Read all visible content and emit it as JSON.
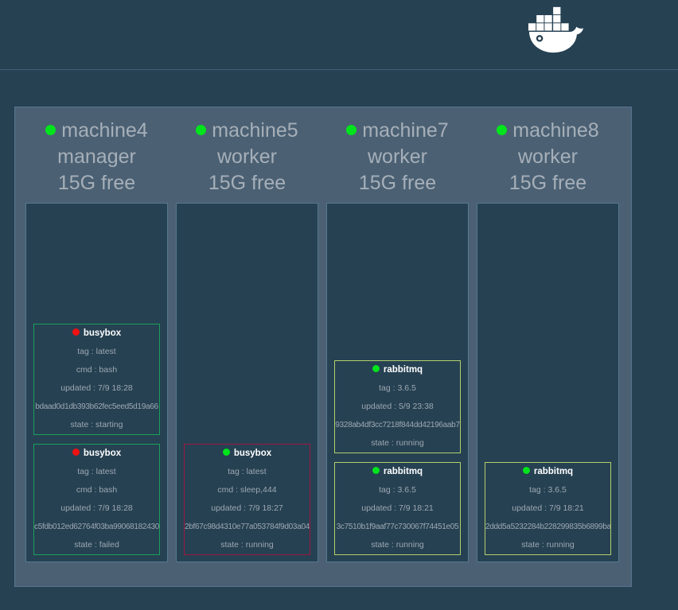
{
  "header": {
    "logo_icon": "docker-whale-logo",
    "logo_color": "#ffffff"
  },
  "colors": {
    "page_background": "#264152",
    "panel_background": "#4b6173",
    "node_online_dot": "#00e41c",
    "container_running_dot": "#00e41c",
    "container_problem_dot": "#ee1111"
  },
  "nodes": [
    {
      "name": "machine4",
      "role": "manager",
      "free": "15G free",
      "status_color": "#00e41c",
      "containers": [
        {
          "name": "busybox",
          "dot_color": "#ee1111",
          "border_color": "#1aa05a",
          "tag_line": "tag : latest",
          "cmd_line": "cmd : bash",
          "updated_line": "updated : 7/9 18:28",
          "id": "bdaad0d1db393b62fec5eed5d19a66",
          "state_line": "state : starting"
        },
        {
          "name": "busybox",
          "dot_color": "#ee1111",
          "border_color": "#1aa05a",
          "tag_line": "tag : latest",
          "cmd_line": "cmd : bash",
          "updated_line": "updated : 7/9 18:28",
          "id": "c5fdb012ed62764f03ba99068182430",
          "state_line": "state : failed"
        }
      ]
    },
    {
      "name": "machine5",
      "role": "worker",
      "free": "15G free",
      "status_color": "#00e41c",
      "containers": [
        {
          "name": "busybox",
          "dot_color": "#00e41c",
          "border_color": "#9c1843",
          "tag_line": "tag : latest",
          "cmd_line": "cmd : sleep,444",
          "updated_line": "updated : 7/9 18:27",
          "id": "2bf67c98d4310e77a053784f9d03a04",
          "state_line": "state : running"
        }
      ]
    },
    {
      "name": "machine7",
      "role": "worker",
      "free": "15G free",
      "status_color": "#00e41c",
      "containers": [
        {
          "name": "rabbitmq",
          "dot_color": "#00e41c",
          "border_color": "#b2d06c",
          "tag_line": "tag : 3.6.5",
          "updated_line": "updated : 5/9 23:38",
          "id": "9328ab4df3cc7218f844dd42196aab7",
          "state_line": "state : running"
        },
        {
          "name": "rabbitmq",
          "dot_color": "#00e41c",
          "border_color": "#b2d06c",
          "tag_line": "tag : 3.6.5",
          "updated_line": "updated : 7/9 18:21",
          "id": "3c7510b1f9aaf77c730067f74451e05",
          "state_line": "state : running"
        }
      ]
    },
    {
      "name": "machine8",
      "role": "worker",
      "free": "15G free",
      "status_color": "#00e41c",
      "containers": [
        {
          "name": "rabbitmq",
          "dot_color": "#00e41c",
          "border_color": "#b2d06c",
          "tag_line": "tag : 3.6.5",
          "updated_line": "updated : 7/9 18:21",
          "id": "2ddd5a5232284b228299835b6899ba",
          "state_line": "state : running"
        }
      ]
    }
  ]
}
